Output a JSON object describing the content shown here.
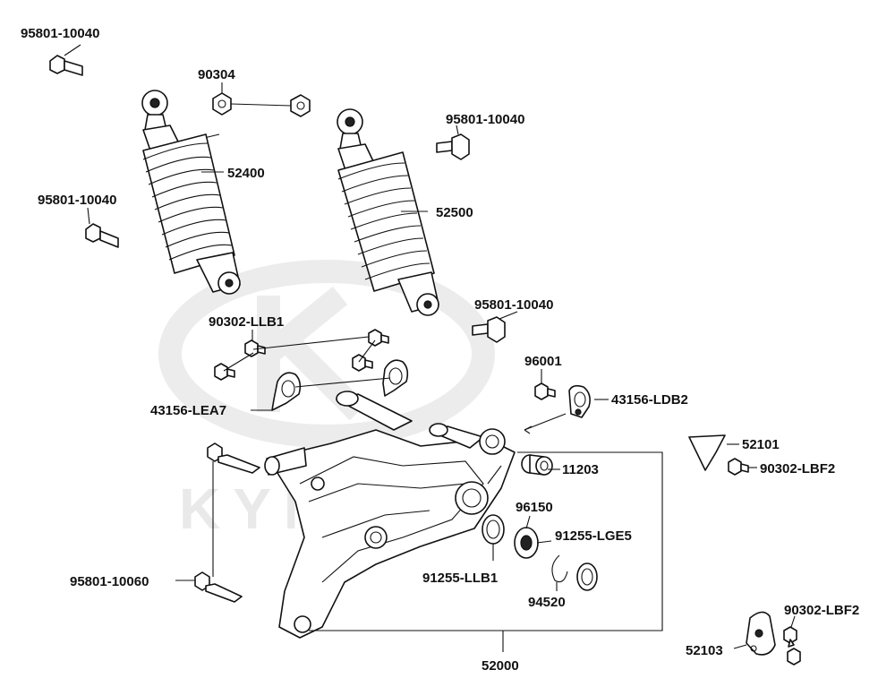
{
  "watermark": {
    "text": "KYMCO",
    "color": "#e9e9e9"
  },
  "line_color": "#111111",
  "labels": {
    "bolt_top_left": "95801-10040",
    "nut": "90304",
    "shock_left": "52400",
    "bolt_mid_right": "95801-10040",
    "bolt_mid_left": "95801-10040",
    "shock_right": "52500",
    "bolt_lower_right": "95801-10040",
    "bolt_small": "90302-LLB1",
    "washer": "96001",
    "clamp_left": "43156-LEA7",
    "clamp_right": "43156-LDB2",
    "plate_upper": "52101",
    "bolt_plate_upper": "90302-LBF2",
    "bushing": "11203",
    "bearing": "96150",
    "seal_right": "91255-LGE5",
    "bolt_long": "95801-10060",
    "seal_left": "91255-LLB1",
    "circlip": "94520",
    "bolt_plate_lower": "90302-LBF2",
    "plate_lower": "52103",
    "swing_arm": "52000"
  }
}
